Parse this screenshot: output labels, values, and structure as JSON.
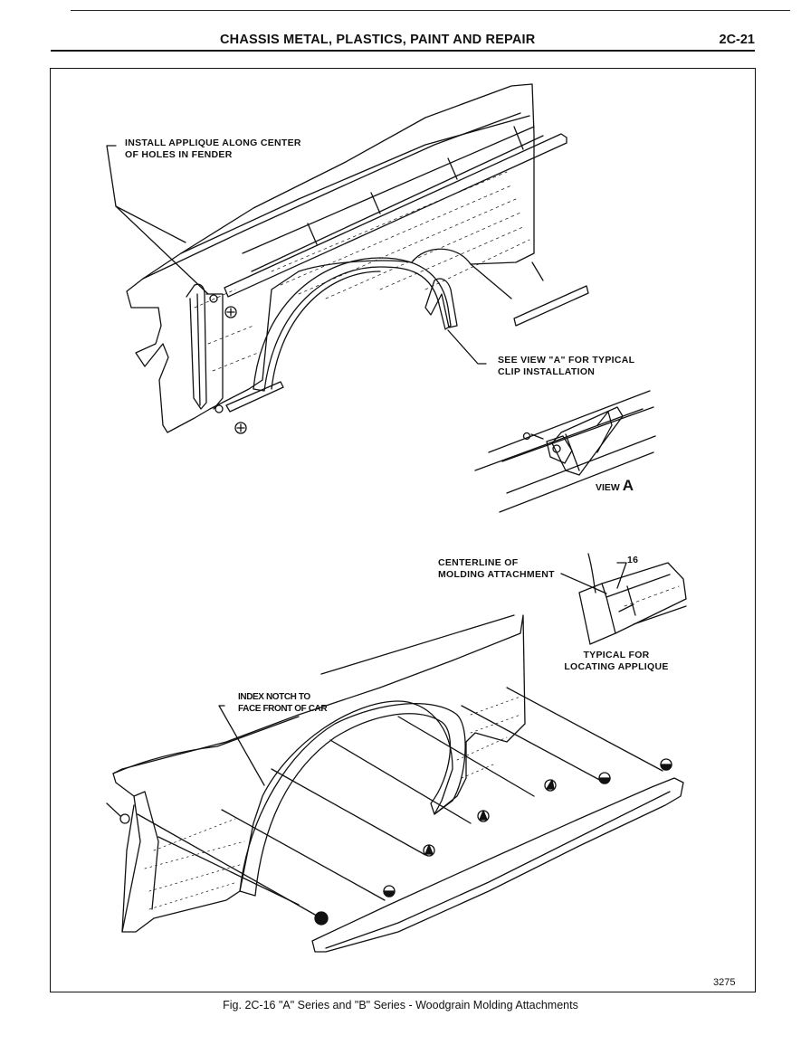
{
  "header": {
    "title": "CHASSIS METAL, PLASTICS, PAINT AND REPAIR",
    "page_number": "2C-21"
  },
  "figure": {
    "callouts": {
      "install_applique": "INSTALL APPLIQUE ALONG CENTER\nOF HOLES IN FENDER",
      "see_view_a": "SEE VIEW \"A\" FOR TYPICAL\nCLIP INSTALLATION",
      "view_word": "VIEW",
      "view_letter": "A",
      "centerline": "CENTERLINE OF\nMOLDING ATTACHMENT",
      "dimension": "16",
      "typical_locating": "TYPICAL FOR\nLOCATING APPLIQUE",
      "index_notch": "INDEX NOTCH TO\nFACE FRONT OF CAR"
    },
    "figure_number": "3275",
    "caption": "Fig. 2C-16 \"A\" Series and \"B\" Series - Woodgrain Molding Attachments"
  }
}
